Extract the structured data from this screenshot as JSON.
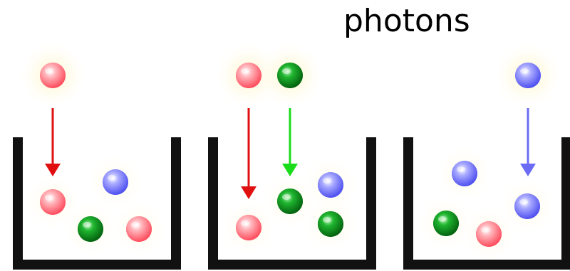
{
  "title": "photons",
  "colors": {
    "red": "#ff6b78",
    "green": "#0a8a1c",
    "blue": "#6f70ff",
    "arrow_red": "#e01010",
    "arrow_green": "#1bdc1b",
    "arrow_blue": "#6b6bf5",
    "bucket": "#111111"
  },
  "panels": [
    {
      "incoming": [
        {
          "color": "red"
        }
      ],
      "arrows": [
        {
          "color": "red"
        }
      ],
      "inside": [
        {
          "color": "red",
          "landed": true
        },
        {
          "color": "blue",
          "landed": false
        },
        {
          "color": "green",
          "landed": false
        },
        {
          "color": "red",
          "landed": false
        }
      ]
    },
    {
      "incoming": [
        {
          "color": "red"
        },
        {
          "color": "green"
        }
      ],
      "arrows": [
        {
          "color": "red"
        },
        {
          "color": "green"
        }
      ],
      "inside": [
        {
          "color": "red",
          "landed": true
        },
        {
          "color": "green",
          "landed": true
        },
        {
          "color": "blue",
          "landed": false
        },
        {
          "color": "green",
          "landed": false
        }
      ]
    },
    {
      "incoming": [
        {
          "color": "blue"
        }
      ],
      "arrows": [
        {
          "color": "blue"
        }
      ],
      "inside": [
        {
          "color": "blue",
          "landed": false
        },
        {
          "color": "blue",
          "landed": true
        },
        {
          "color": "green",
          "landed": false
        },
        {
          "color": "red",
          "landed": false
        }
      ]
    }
  ]
}
